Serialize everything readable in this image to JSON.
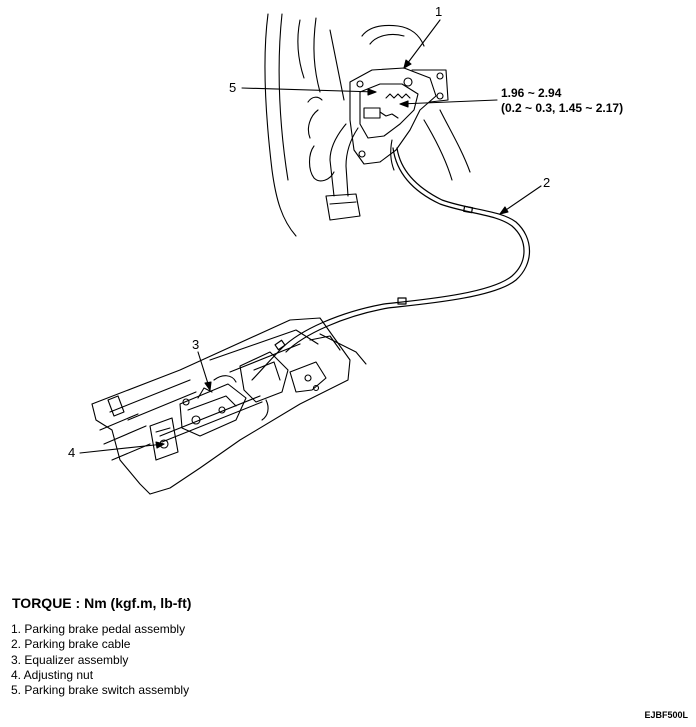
{
  "callouts": {
    "c1": "1",
    "c2": "2",
    "c3": "3",
    "c4": "4",
    "c5": "5"
  },
  "torque_spec": {
    "line1": "1.96 ~ 2.94",
    "line2": "(0.2 ~ 0.3, 1.45 ~ 2.17)"
  },
  "torque_heading": "TORQUE : Nm (kgf.m, lb-ft)",
  "legend": [
    "1. Parking brake pedal assembly",
    "2. Parking brake cable",
    "3. Equalizer assembly",
    "4. Adjusting nut",
    "5. Parking brake switch assembly"
  ],
  "figure_code": "EJBF500L"
}
